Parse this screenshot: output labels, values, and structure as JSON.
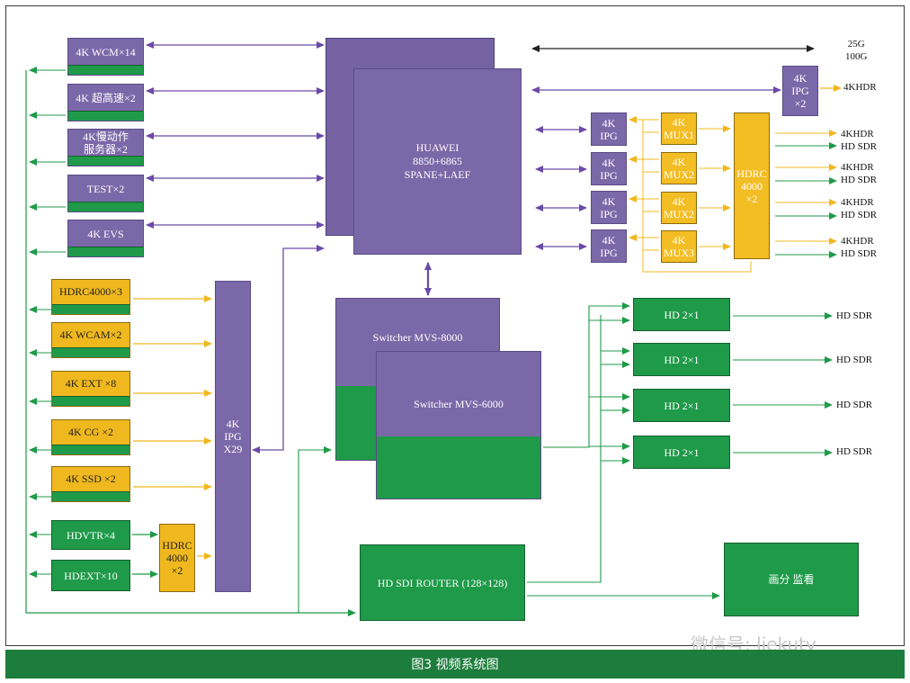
{
  "colors": {
    "purple": "#7b68a8",
    "gold": "#f0b81f",
    "green": "#1f9a49",
    "caption_bg": "#1c7d3c",
    "arrow_purple": "#6a4aa8",
    "arrow_gold": "#f0b81f",
    "arrow_green": "#1f9a49"
  },
  "top_left_sources": [
    {
      "label": "4K  WCM×14"
    },
    {
      "label": "4K 超高速×2"
    },
    {
      "label": "4K慢动作\n服务器×2"
    },
    {
      "label": "TEST×2"
    },
    {
      "label": "4K EVS"
    }
  ],
  "gold_sources": [
    {
      "label": "HDRC4000×3"
    },
    {
      "label": "4K WCAM×2"
    },
    {
      "label": "4K EXT ×8"
    },
    {
      "label": "4K CG ×2"
    },
    {
      "label": "4K SSD ×2"
    }
  ],
  "green_sources": [
    {
      "label": "HDVTR×4"
    },
    {
      "label": "HDEXT×10"
    }
  ],
  "hdrc_small": {
    "label": "HDRC\n4000\n×2"
  },
  "ipg_x29": {
    "label": "4K\nIPG\nX29"
  },
  "huawei": {
    "label": "HUAWEI\n8850+6865\nSPANE+LAEF"
  },
  "net_label": {
    "label": "25G\n100G"
  },
  "ipg_x2": {
    "label": "4K\nIPG\n×2",
    "output": "4KHDR"
  },
  "ipg_small": [
    {
      "label": "4K\nIPG"
    },
    {
      "label": "4K\nIPG"
    },
    {
      "label": "4K\nIPG"
    },
    {
      "label": "4K\nIPG"
    }
  ],
  "mux": [
    {
      "label": "4K\nMUX1"
    },
    {
      "label": "4K\nMUX2"
    },
    {
      "label": "4K\nMUX2"
    },
    {
      "label": "4K\nMUX3"
    }
  ],
  "hdrc_big": {
    "label": "HDRC\n4000\n×2"
  },
  "hdrc_outputs": [
    "4KHDR",
    "HD SDR",
    "4KHDR",
    "HD SDR",
    "4KHDR",
    "HD SDR",
    "4KHDR",
    "HD SDR"
  ],
  "switcher_back": {
    "label": "Switcher   MVS-8000"
  },
  "switcher_front": {
    "label": "Switcher  MVS-6000"
  },
  "hd2x1": [
    {
      "label": "HD 2×1",
      "output": "HD SDR"
    },
    {
      "label": "HD 2×1",
      "output": "HD SDR"
    },
    {
      "label": "HD 2×1",
      "output": "HD SDR"
    },
    {
      "label": "HD 2×1",
      "output": "HD SDR"
    }
  ],
  "router": {
    "label": "HD SDI  ROUTER (128×128)"
  },
  "monitor": {
    "label": "画分  监看"
  },
  "caption": "图3   视频系统图",
  "watermark": "微信号: liekutv"
}
